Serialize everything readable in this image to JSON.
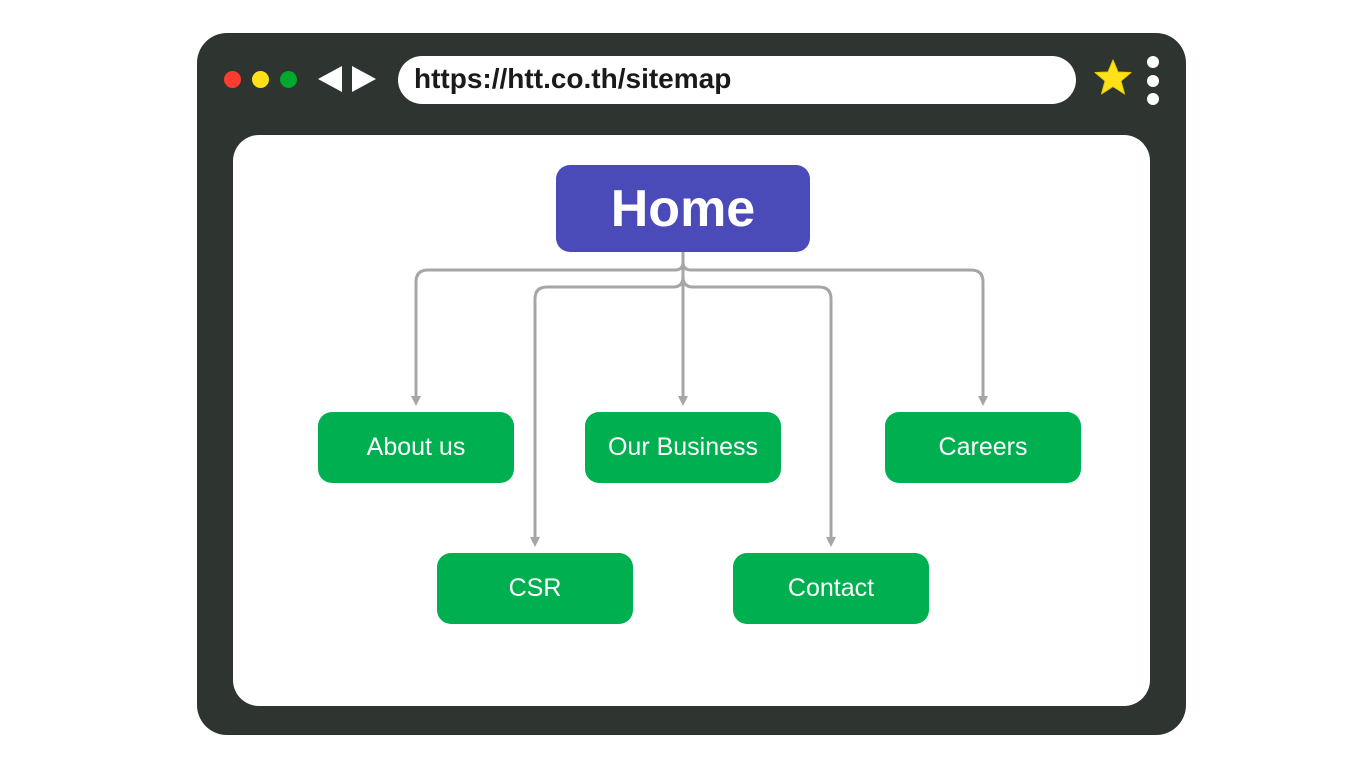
{
  "browser": {
    "window_controls": [
      {
        "name": "close",
        "color": "#ff3b30"
      },
      {
        "name": "minimize",
        "color": "#ffe11a"
      },
      {
        "name": "maximize",
        "color": "#00a82d"
      }
    ],
    "nav_icons": [
      "back-arrow-icon",
      "forward-arrow-icon"
    ],
    "url": "https://htt.co.th/sitemap",
    "bookmark_icon": "star-icon",
    "menu_icon": "kebab-menu-icon",
    "frame_color": "#2e3430",
    "star_color": "#ffe11a"
  },
  "sitemap": {
    "root": {
      "label": "Home",
      "color": "#4a4ab8"
    },
    "children": [
      {
        "label": "About us"
      },
      {
        "label": "Our Business"
      },
      {
        "label": "Careers"
      },
      {
        "label": "CSR"
      },
      {
        "label": "Contact"
      }
    ],
    "child_color": "#00b050",
    "connector_color": "#a6a6a6"
  }
}
